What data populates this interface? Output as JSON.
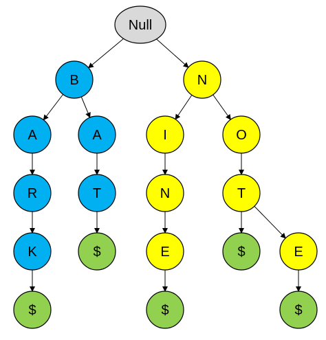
{
  "colors": {
    "root": "#d9d9d9",
    "blue": "#00b0f0",
    "yellow": "#ffff00",
    "end": "#92d050",
    "stroke": "#000000"
  },
  "nodes": [
    {
      "id": "root",
      "label": "Null",
      "color": "root"
    },
    {
      "id": "b",
      "label": "B",
      "color": "blue"
    },
    {
      "id": "n",
      "label": "N",
      "color": "yellow"
    },
    {
      "id": "ba",
      "label": "A",
      "color": "blue"
    },
    {
      "id": "bar",
      "label": "R",
      "color": "blue"
    },
    {
      "id": "bark",
      "label": "K",
      "color": "blue"
    },
    {
      "id": "bark-end",
      "label": "$",
      "color": "end"
    },
    {
      "id": "ba2",
      "label": "A",
      "color": "blue"
    },
    {
      "id": "bat",
      "label": "T",
      "color": "blue"
    },
    {
      "id": "bat-end",
      "label": "$",
      "color": "end"
    },
    {
      "id": "ni",
      "label": "I",
      "color": "yellow"
    },
    {
      "id": "nin",
      "label": "N",
      "color": "yellow"
    },
    {
      "id": "nine",
      "label": "E",
      "color": "yellow"
    },
    {
      "id": "nine-end",
      "label": "$",
      "color": "end"
    },
    {
      "id": "no",
      "label": "O",
      "color": "yellow"
    },
    {
      "id": "not",
      "label": "T",
      "color": "yellow"
    },
    {
      "id": "not-end",
      "label": "$",
      "color": "end"
    },
    {
      "id": "note",
      "label": "E",
      "color": "yellow"
    },
    {
      "id": "note-end",
      "label": "$",
      "color": "end"
    }
  ],
  "edges": [
    [
      "root",
      "b"
    ],
    [
      "root",
      "n"
    ],
    [
      "b",
      "ba"
    ],
    [
      "b",
      "ba2"
    ],
    [
      "ba",
      "bar"
    ],
    [
      "bar",
      "bark"
    ],
    [
      "bark",
      "bark-end"
    ],
    [
      "ba2",
      "bat"
    ],
    [
      "bat",
      "bat-end"
    ],
    [
      "n",
      "ni"
    ],
    [
      "n",
      "no"
    ],
    [
      "ni",
      "nin"
    ],
    [
      "nin",
      "nine"
    ],
    [
      "nine",
      "nine-end"
    ],
    [
      "no",
      "not"
    ],
    [
      "not",
      "not-end"
    ],
    [
      "not",
      "note"
    ],
    [
      "note",
      "note-end"
    ]
  ]
}
